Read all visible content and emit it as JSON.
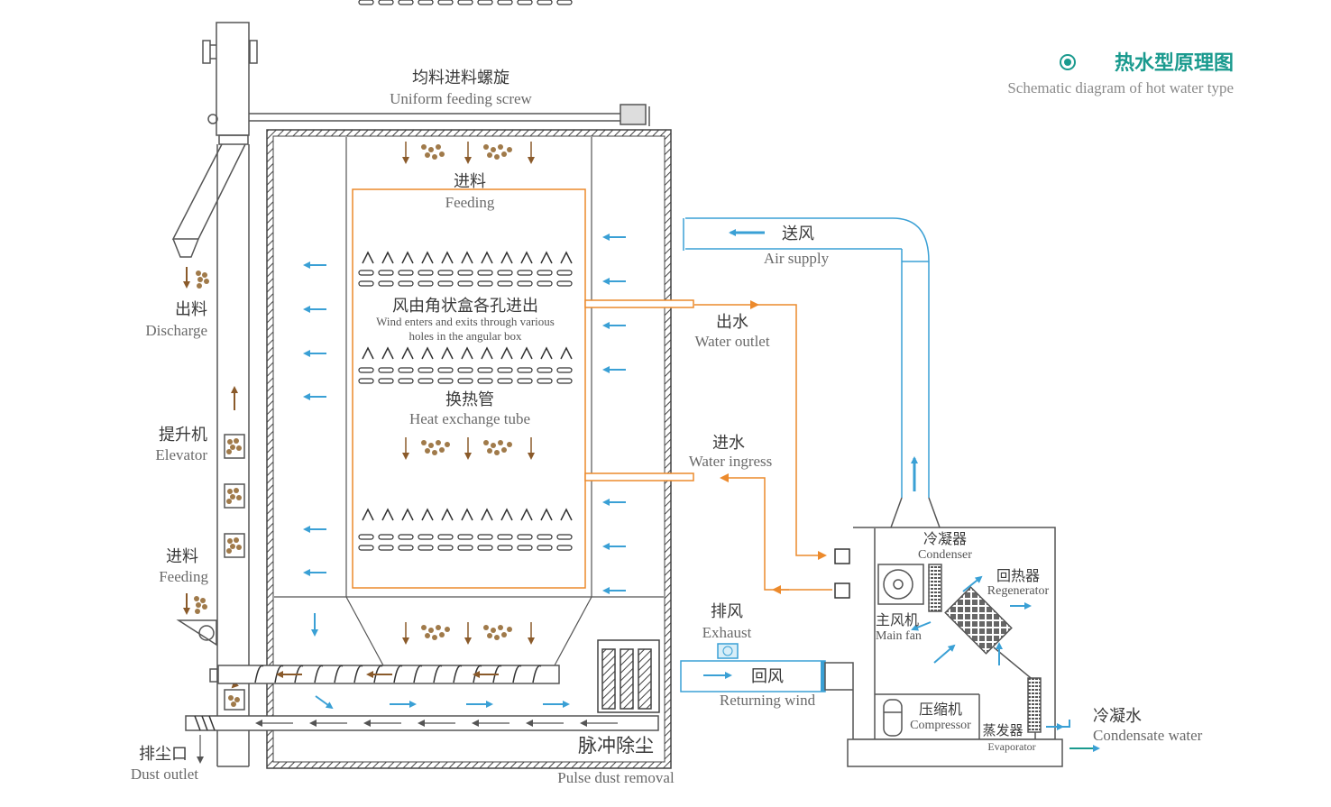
{
  "title": {
    "cn": "热水型原理图",
    "en": "Schematic diagram of hot water type"
  },
  "labels": {
    "screw_cn": "均料进料螺旋",
    "screw_en": "Uniform feeding screw",
    "feed_top_cn": "进料",
    "feed_top_en": "Feeding",
    "wind_cn": "风由角状盒各孔进出",
    "wind_en1": "Wind enters and exits through various",
    "wind_en2": "holes in the angular box",
    "hx_cn": "换热管",
    "hx_en": "Heat exchange tube",
    "discharge_cn": "出料",
    "discharge_en": "Discharge",
    "elevator_cn": "提升机",
    "elevator_en": "Elevator",
    "feed_left_cn": "进料",
    "feed_left_en": "Feeding",
    "dust_cn": "排尘口",
    "dust_en": "Dust outlet",
    "pulse_cn": "脉冲除尘",
    "pulse_en": "Pulse dust removal",
    "air_cn": "送风",
    "air_en": "Air supply",
    "wout_cn": "出水",
    "wout_en": "Water outlet",
    "win_cn": "进水",
    "win_en": "Water ingress",
    "exhaust_cn": "排风",
    "exhaust_en": "Exhaust",
    "return_cn": "回风",
    "return_en": "Returning wind",
    "cond_cn": "冷凝器",
    "cond_en": "Condenser",
    "regen_cn": "回热器",
    "regen_en": "Regenerator",
    "fan_cn": "主风机",
    "fan_en": "Main fan",
    "comp_cn": "压缩机",
    "comp_en": "Compressor",
    "evap_cn": "蒸发器",
    "evap_en": "Evaporator",
    "cwater_cn": "冷凝水",
    "cwater_en": "Condensate water"
  },
  "colors": {
    "blue": "#3aa0d5",
    "orange": "#ec8a2c",
    "line": "#555555",
    "grain": "#a07a4a",
    "accent": "#1a9a8e"
  }
}
